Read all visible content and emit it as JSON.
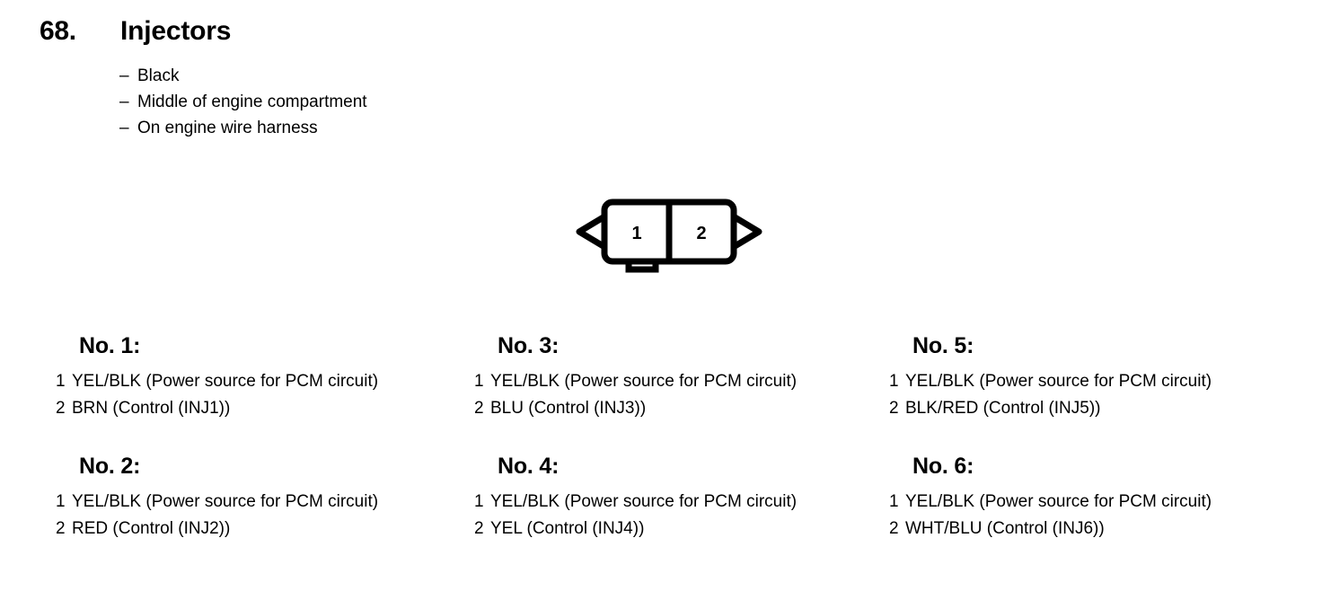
{
  "header": {
    "number": "68.",
    "title": "Injectors",
    "bullets": [
      {
        "dash": "–",
        "text": "Black"
      },
      {
        "dash": "–",
        "text": "Middle of engine compartment"
      },
      {
        "dash": "–",
        "text": "On engine wire harness"
      }
    ]
  },
  "connector": {
    "name": "two-pin-connector",
    "pins": [
      {
        "label": "1"
      },
      {
        "label": "2"
      }
    ],
    "line_color": "#000000",
    "fill_color": "#ffffff",
    "has_left_arrow": true,
    "has_right_arrow": true,
    "has_bottom_tab": true
  },
  "injectors": [
    {
      "heading": "No. 1:",
      "pins": [
        {
          "num": "1",
          "desc": "YEL/BLK (Power source for PCM circuit)"
        },
        {
          "num": "2",
          "desc": "BRN (Control (INJ1))"
        }
      ]
    },
    {
      "heading": "No. 2:",
      "pins": [
        {
          "num": "1",
          "desc": "YEL/BLK (Power source for PCM circuit)"
        },
        {
          "num": "2",
          "desc": "RED (Control (INJ2))"
        }
      ]
    },
    {
      "heading": "No. 3:",
      "pins": [
        {
          "num": "1",
          "desc": "YEL/BLK (Power source for PCM circuit)"
        },
        {
          "num": "2",
          "desc": "BLU (Control (INJ3))"
        }
      ]
    },
    {
      "heading": "No. 4:",
      "pins": [
        {
          "num": "1",
          "desc": "YEL/BLK (Power source for PCM circuit)"
        },
        {
          "num": "2",
          "desc": "YEL (Control (INJ4))"
        }
      ]
    },
    {
      "heading": "No. 5:",
      "pins": [
        {
          "num": "1",
          "desc": "YEL/BLK (Power source for PCM circuit)"
        },
        {
          "num": "2",
          "desc": "BLK/RED (Control (INJ5))"
        }
      ]
    },
    {
      "heading": "No. 6:",
      "pins": [
        {
          "num": "1",
          "desc": "YEL/BLK (Power source for PCM circuit)"
        },
        {
          "num": "2",
          "desc": "WHT/BLU (Control (INJ6))"
        }
      ]
    }
  ]
}
